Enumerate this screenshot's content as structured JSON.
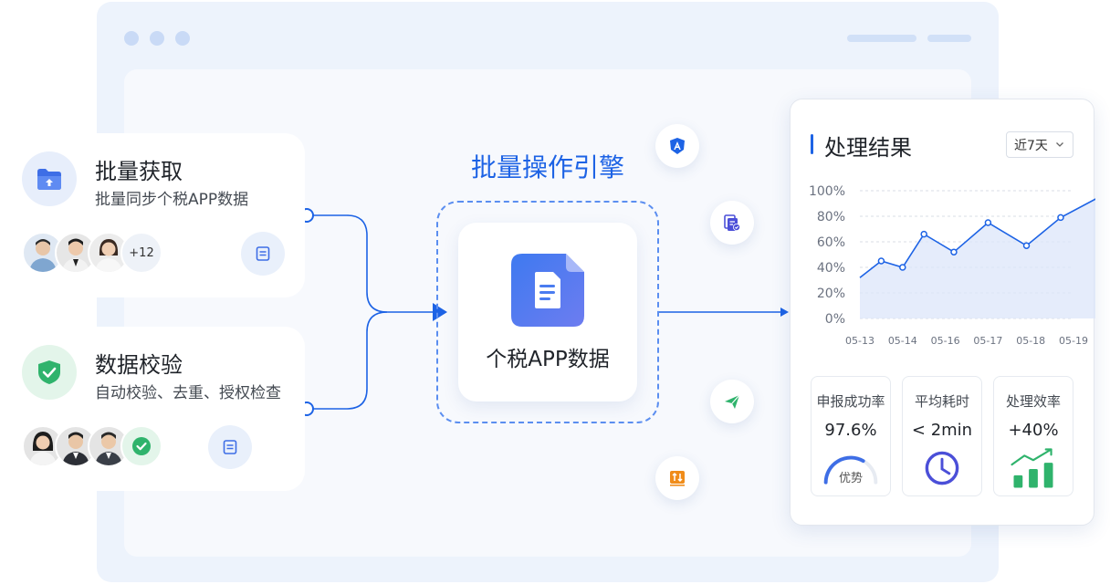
{
  "cards": [
    {
      "title": "批量获取",
      "subtitle": "批量同步个税APP数据",
      "icon": "upload-folder-icon",
      "badge": "+12"
    },
    {
      "title": "数据校验",
      "subtitle": "自动校验、去重、授权检查",
      "icon": "shield-check-icon",
      "badge_icon": "check-icon"
    }
  ],
  "engine": {
    "title": "批量操作引擎",
    "label": "个税APP数据",
    "icon": "document-icon"
  },
  "float_icons": [
    "angular-icon",
    "file-check-icon",
    "paper-plane-icon",
    "transfer-icon"
  ],
  "panel": {
    "title": "处理结果",
    "range": "近7天",
    "stats": [
      {
        "label": "申报成功率",
        "value": "97.6%",
        "graphic_text": "优势",
        "icon": "gauge-icon"
      },
      {
        "label": "平均耗时",
        "value": "< 2min",
        "icon": "clock-icon"
      },
      {
        "label": "处理效率",
        "value": "+40%",
        "icon": "growth-bars-icon"
      }
    ]
  },
  "chart_data": {
    "type": "area",
    "x": [
      "05-13",
      "05-14",
      "05-16",
      "05-17",
      "05-18",
      "05-19"
    ],
    "y_ticks": [
      "100%",
      "80%",
      "60%",
      "40%",
      "20%",
      "0%"
    ],
    "ylim": [
      0,
      100
    ],
    "series": [
      {
        "points": [
          [
            0,
            32
          ],
          [
            0.5,
            45
          ],
          [
            1.0,
            40
          ],
          [
            1.5,
            66
          ],
          [
            2.2,
            52
          ],
          [
            3.0,
            75
          ],
          [
            3.9,
            57
          ],
          [
            4.7,
            79
          ],
          [
            5.6,
            95
          ]
        ]
      }
    ],
    "grid": true,
    "colors": {
      "line": "#1d63e5",
      "fill": "#dce6fa"
    }
  },
  "colors": {
    "accent": "#1d63e5",
    "success": "#2fb36c",
    "warning": "#f08c1a"
  }
}
